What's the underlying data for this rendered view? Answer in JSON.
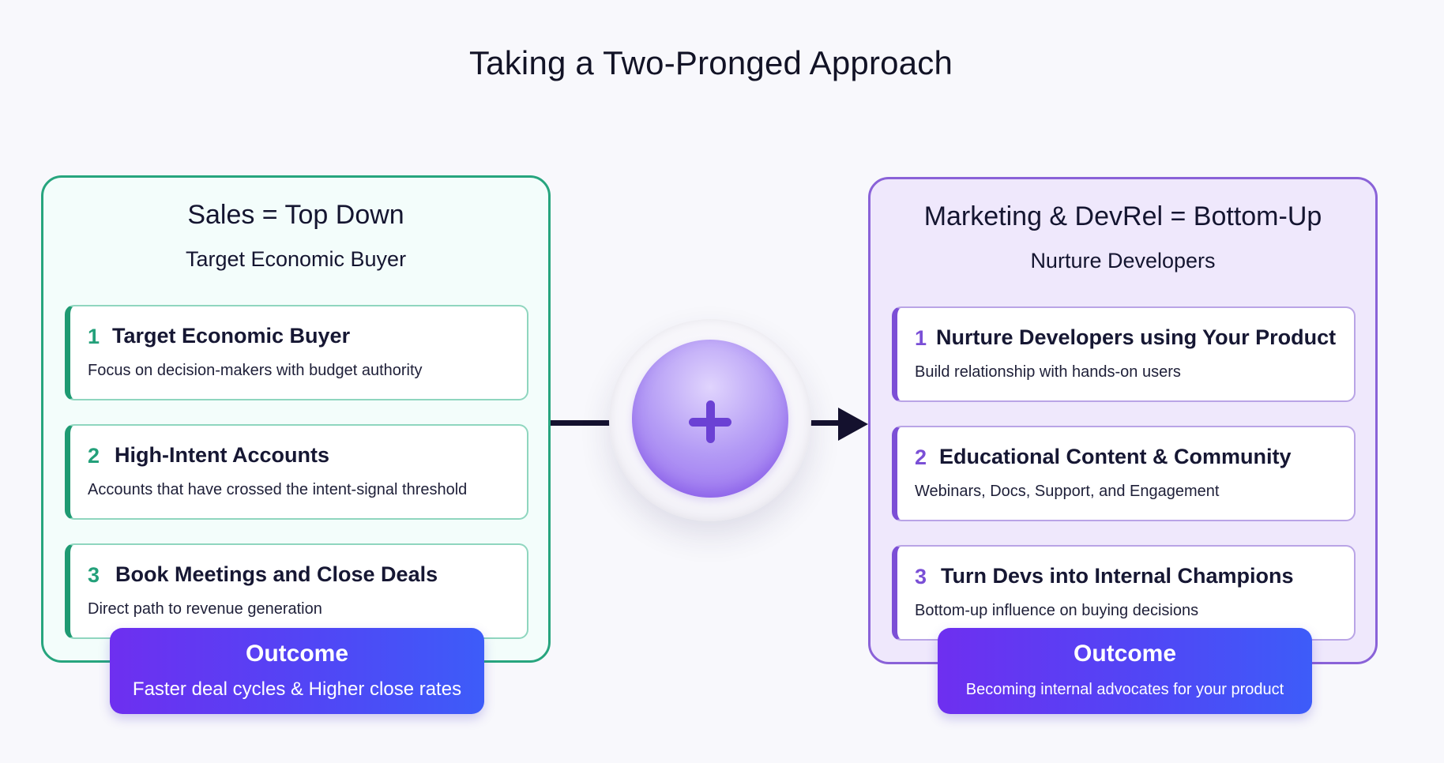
{
  "title": "Taking a Two-Pronged Approach",
  "left": {
    "title": "Sales = Top Down",
    "subtitle": "Target Economic Buyer",
    "cards": [
      {
        "num": "1",
        "head": "Target Economic Buyer",
        "desc": "Focus on decision-makers with budget authority"
      },
      {
        "num": "2",
        "head": "High-Intent Accounts",
        "desc": "Accounts that have crossed the intent-signal threshold"
      },
      {
        "num": "3",
        "head": "Book Meetings and Close Deals",
        "desc": "Direct path to revenue generation"
      }
    ],
    "outcome": {
      "title": "Outcome",
      "text": "Faster deal cycles & Higher close rates"
    }
  },
  "right": {
    "title": "Marketing & DevRel = Bottom-Up",
    "subtitle": "Nurture Developers",
    "cards": [
      {
        "num": "1",
        "head": "Nurture Developers using Your Product",
        "desc": "Build relationship with hands-on users"
      },
      {
        "num": "2",
        "head": "Educational Content & Community",
        "desc": "Webinars, Docs, Support, and Engagement"
      },
      {
        "num": "3",
        "head": "Turn Devs into Internal Champions",
        "desc": "Bottom-up influence on buying decisions"
      }
    ],
    "outcome": {
      "title": "Outcome",
      "text": "Becoming internal advocates for your product"
    }
  },
  "center": {
    "icon": "plus-icon"
  },
  "colors": {
    "sales_accent": "#27a57e",
    "devrel_accent": "#8a62d8",
    "outcome_gradient_start": "#6e2ff0",
    "outcome_gradient_end": "#3d5cf9",
    "connector": "#14112e"
  }
}
